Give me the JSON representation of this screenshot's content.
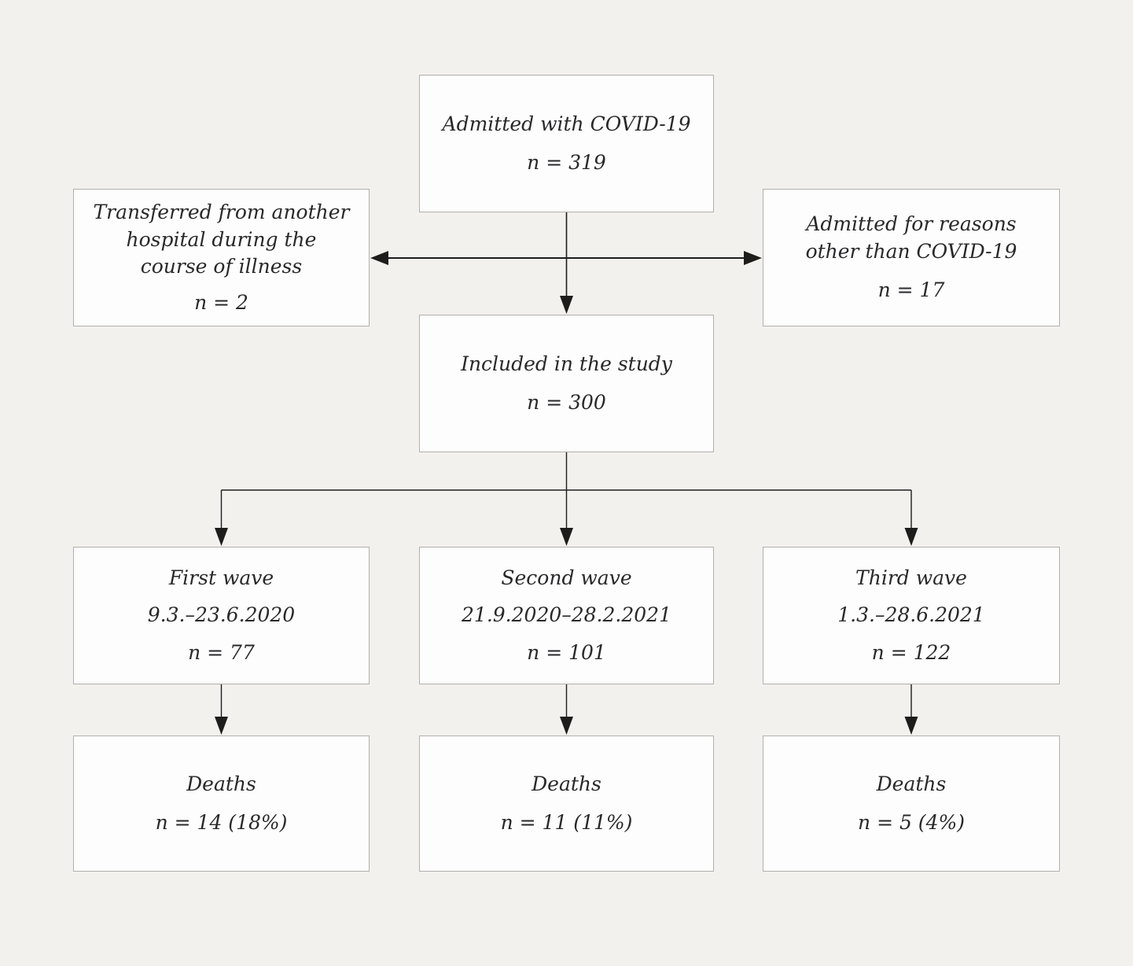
{
  "diagram": {
    "type": "study-flowchart",
    "colors": {
      "background": "#f2f1ee",
      "box_fill": "#fdfdfd",
      "box_border": "#b2b0ad",
      "text": "#29282a",
      "arrow": "#1d1d1b"
    },
    "boxes": {
      "admitted": {
        "lines": [
          "Admitted with COVID-19"
        ],
        "count": "n = 319"
      },
      "transferred": {
        "lines": [
          "Transferred from another",
          "hospital during the",
          "course of illness"
        ],
        "count": "n = 2"
      },
      "other_reasons": {
        "lines": [
          "Admitted for reasons",
          "other than COVID-19"
        ],
        "count": "n = 17"
      },
      "included": {
        "lines": [
          "Included in the study"
        ],
        "count": "n = 300"
      },
      "first_wave": {
        "title": "First wave",
        "period": "9.3.–23.6.2020",
        "count": "n = 77"
      },
      "second_wave": {
        "title": "Second wave",
        "period": "21.9.2020–28.2.2021",
        "count": "n = 101"
      },
      "third_wave": {
        "title": "Third wave",
        "period": "1.3.–28.6.2021",
        "count": "n = 122"
      },
      "deaths_first_wave": {
        "title": "Deaths",
        "count": "n = 14 (18%)"
      },
      "deaths_second_wave": {
        "title": "Deaths",
        "count": "n = 11 (11%)"
      },
      "deaths_third_wave": {
        "title": "Deaths",
        "count": "n = 5 (4%)"
      }
    }
  }
}
